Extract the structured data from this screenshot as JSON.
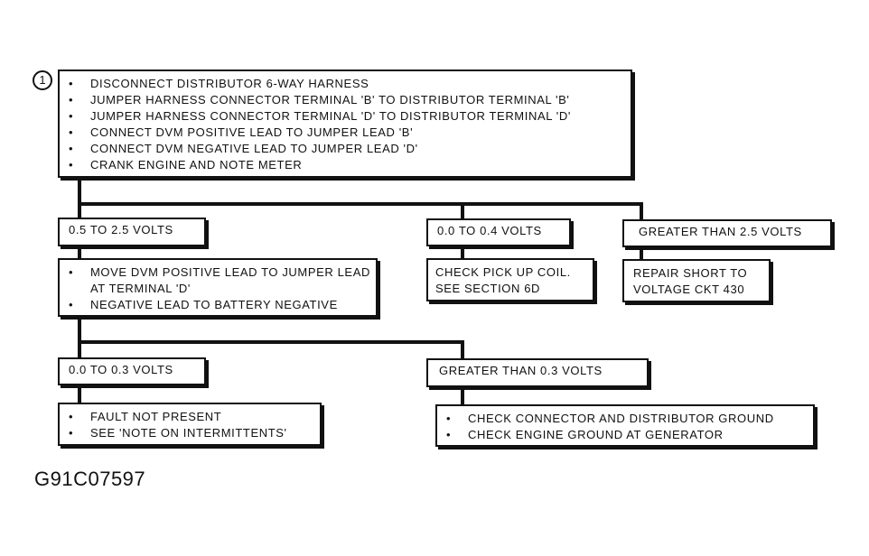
{
  "step_number": "1",
  "main_box": {
    "items": [
      "DISCONNECT DISTRIBUTOR 6-WAY HARNESS",
      "JUMPER HARNESS CONNECTOR TERMINAL 'B' TO DISTRIBUTOR TERMINAL 'B'",
      "JUMPER HARNESS CONNECTOR TERMINAL 'D' TO DISTRIBUTOR TERMINAL 'D'",
      "CONNECT DVM POSITIVE LEAD TO JUMPER LEAD 'B'",
      "CONNECT DVM NEGATIVE LEAD TO JUMPER LEAD 'D'",
      "CRANK ENGINE AND NOTE METER"
    ]
  },
  "branch1": {
    "label": "0.5 TO 2.5 VOLTS",
    "items": [
      "MOVE DVM POSITIVE LEAD TO JUMPER LEAD AT TERMINAL 'D'",
      "NEGATIVE LEAD TO BATTERY NEGATIVE"
    ],
    "sub1": {
      "label": "0.0 TO 0.3 VOLTS",
      "items": [
        "FAULT NOT PRESENT",
        "SEE 'NOTE ON INTERMITTENTS'"
      ]
    },
    "sub2": {
      "label": "GREATER THAN 0.3 VOLTS",
      "items": [
        "CHECK CONNECTOR AND DISTRIBUTOR GROUND",
        "CHECK ENGINE GROUND AT GENERATOR"
      ]
    }
  },
  "branch2": {
    "label": "0.0 TO 0.4 VOLTS",
    "action_line1": "CHECK PICK UP COIL.",
    "action_line2": "SEE SECTION 6D"
  },
  "branch3": {
    "label": "GREATER THAN 2.5 VOLTS",
    "action_line1": "REPAIR SHORT TO",
    "action_line2": "VOLTAGE CKT 430"
  },
  "figure_id": "G91C07597"
}
